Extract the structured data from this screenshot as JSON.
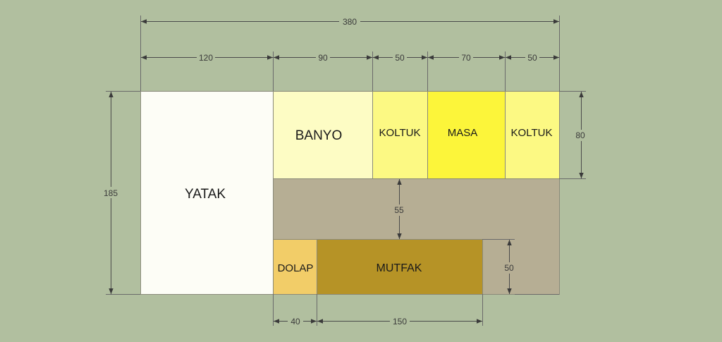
{
  "rooms": {
    "yatak": {
      "label": "YATAK",
      "color": "#fdfdf6"
    },
    "banyo": {
      "label": "BANYO",
      "color": "#fdfcc4"
    },
    "koltuk1": {
      "label": "KOLTUK",
      "color": "#fcf983"
    },
    "masa": {
      "label": "MASA",
      "color": "#fcf53a"
    },
    "koltuk2": {
      "label": "KOLTUK",
      "color": "#fcf983"
    },
    "koridor": {
      "label": "",
      "color": "#b6ae94"
    },
    "dolap": {
      "label": "DOLAP",
      "color": "#f2cd68"
    },
    "mutfak": {
      "label": "MUTFAK",
      "color": "#b69326"
    }
  },
  "dimensions": {
    "total_width": "380",
    "yatak_width": "120",
    "banyo_width": "90",
    "koltuk1_width": "50",
    "masa_width": "70",
    "koltuk2_width": "50",
    "total_height": "185",
    "top_row_height": "80",
    "gap_height": "55",
    "mutfak_height": "50",
    "dolap_width": "40",
    "mutfak_width": "150"
  }
}
